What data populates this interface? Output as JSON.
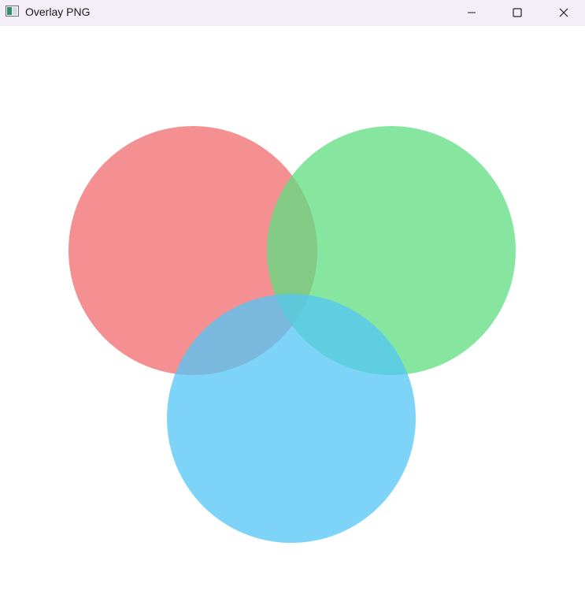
{
  "window": {
    "title": "Overlay PNG",
    "title_bar_color": "#f4eef8"
  },
  "controls": {
    "minimize_icon": "minimize-icon",
    "maximize_icon": "maximize-icon",
    "close_icon": "close-icon"
  },
  "overlay": {
    "circles": [
      {
        "name": "red-circle",
        "color": "#f06a6e",
        "opacity": 0.75
      },
      {
        "name": "green-circle",
        "color": "#5ddd7f",
        "opacity": 0.75
      },
      {
        "name": "blue-circle",
        "color": "#52c5f5",
        "opacity": 0.75
      }
    ]
  }
}
